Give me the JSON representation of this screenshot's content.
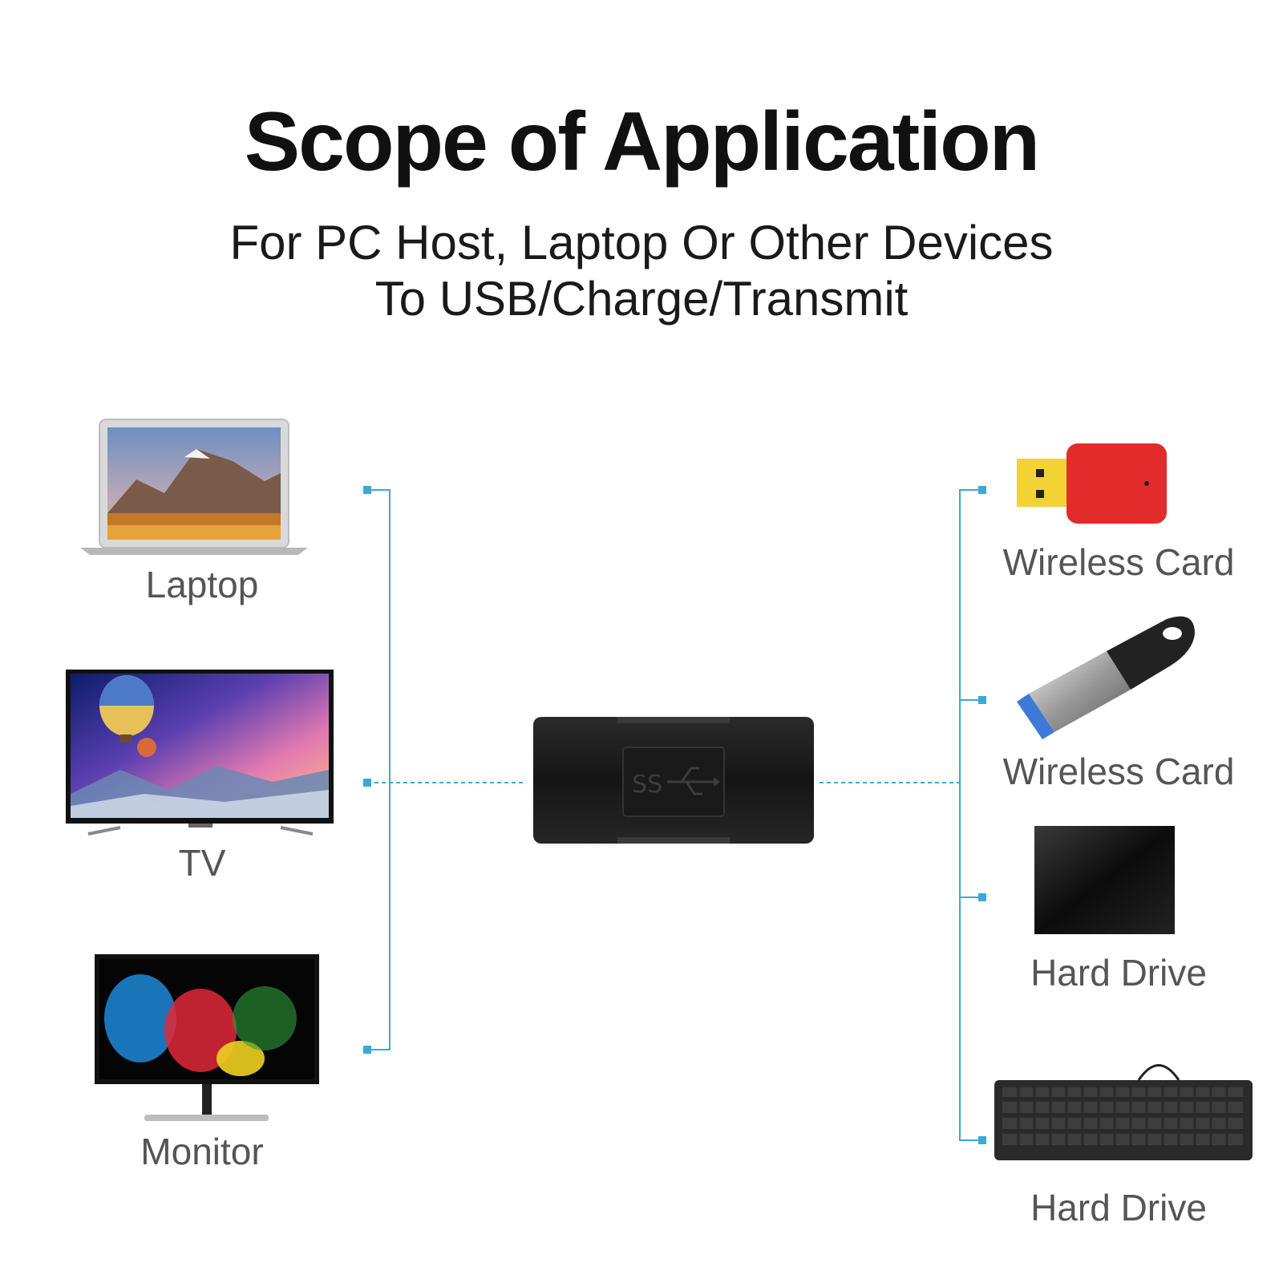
{
  "title": "Scope of Application",
  "subtitle_line1": "For PC Host, Laptop Or Other Devices",
  "subtitle_line2": "To USB/Charge/Transmit",
  "left_devices": [
    {
      "label": "Laptop",
      "icon": "laptop-icon"
    },
    {
      "label": "TV",
      "icon": "tv-icon"
    },
    {
      "label": "Monitor",
      "icon": "monitor-icon"
    }
  ],
  "right_devices": [
    {
      "label": "Wireless Card",
      "icon": "wireless-card-icon"
    },
    {
      "label": "Wireless Card",
      "icon": "usb-flash-drive-icon"
    },
    {
      "label": "Hard Drive",
      "icon": "hard-drive-icon"
    },
    {
      "label": "Hard Drive",
      "icon": "keyboard-icon"
    }
  ],
  "adapter_logo": "SS",
  "colors": {
    "connector": "#3aa9d8",
    "adapter": "#1c1c1c"
  }
}
